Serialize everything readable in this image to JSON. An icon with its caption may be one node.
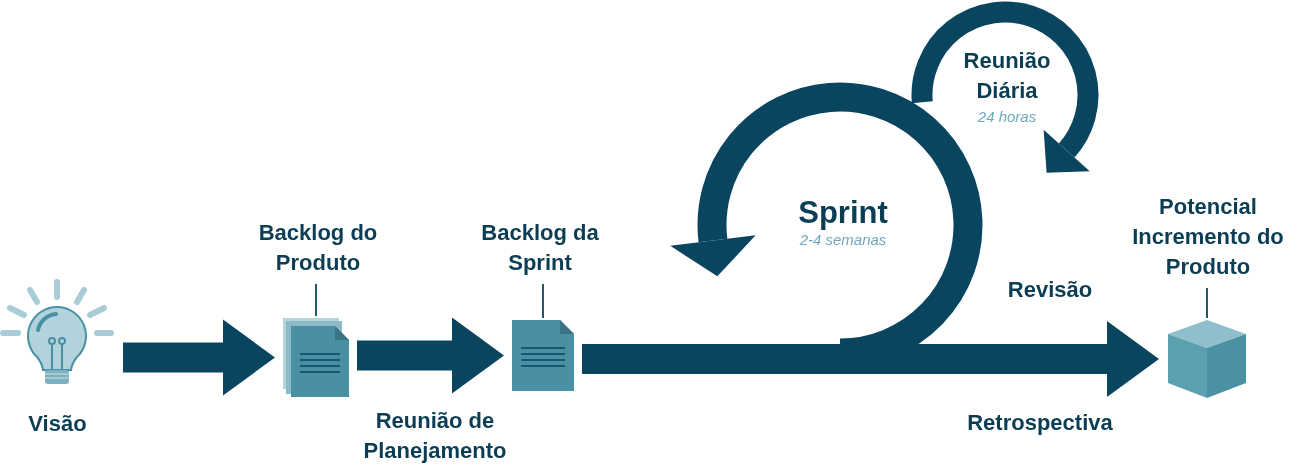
{
  "diagram": {
    "nodes": [
      {
        "text": [],
        "shape": "lightbulb",
        "beside": [
          "Visão"
        ]
      },
      {
        "text": [
          "Backlog do Produto"
        ]
      },
      {
        "text": [],
        "shape": "document"
      },
      {
        "text": [
          "Backlog da Sprint"
        ]
      },
      {
        "text": [],
        "shape": "document"
      },
      {
        "text": [
          "Potencial Incremento do Produto"
        ]
      },
      {
        "text": [],
        "shape": "cube"
      }
    ],
    "edges": [
      {
        "from": 0,
        "to": 2,
        "arrow": "to",
        "style": "thick"
      },
      {
        "from": 2,
        "to": 4,
        "arrow": "to",
        "style": "thick"
      },
      {
        "from": 4,
        "to": 6,
        "arrow": "to",
        "style": "thick"
      },
      {
        "from": 1,
        "to": 2,
        "arrow": "none"
      },
      {
        "from": 3,
        "to": 4,
        "arrow": "none"
      },
      {
        "from": 5,
        "to": 6,
        "arrow": "none"
      }
    ],
    "labels": [
      "Reunião Diária",
      "24 horas",
      "Sprint",
      "2-4 semanas",
      "Revisão",
      "Reunião de Planejamento",
      "Retrospectiva"
    ]
  }
}
